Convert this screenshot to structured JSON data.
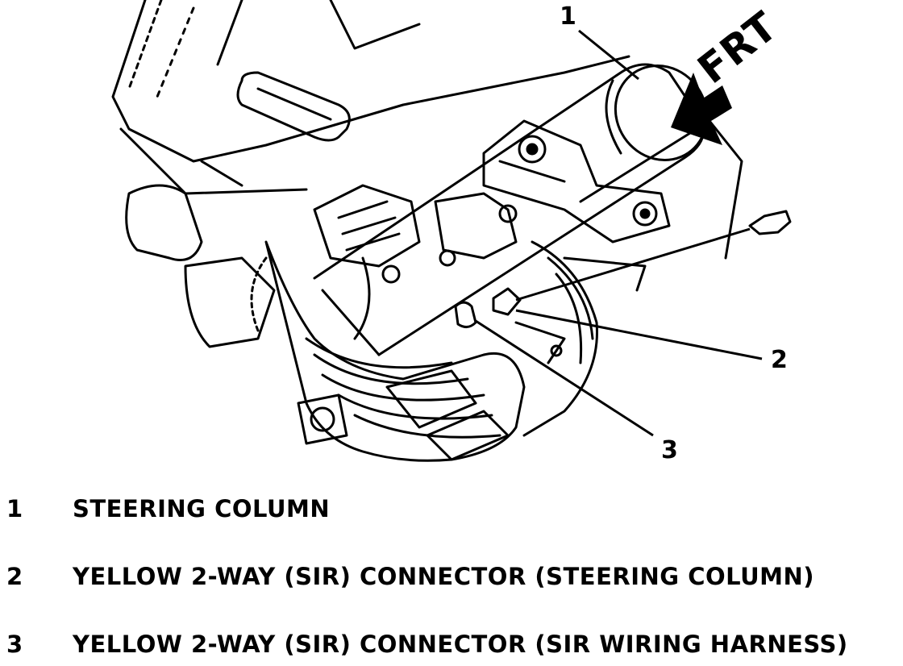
{
  "diagram": {
    "callouts": [
      "1",
      "2",
      "3"
    ],
    "direction_label": "FRT"
  },
  "legend": [
    {
      "number": "1",
      "text": "STEERING COLUMN"
    },
    {
      "number": "2",
      "text": "YELLOW 2-WAY (SIR) CONNECTOR (STEERING COLUMN)"
    },
    {
      "number": "3",
      "text": "YELLOW 2-WAY (SIR) CONNECTOR (SIR WIRING HARNESS)"
    }
  ]
}
